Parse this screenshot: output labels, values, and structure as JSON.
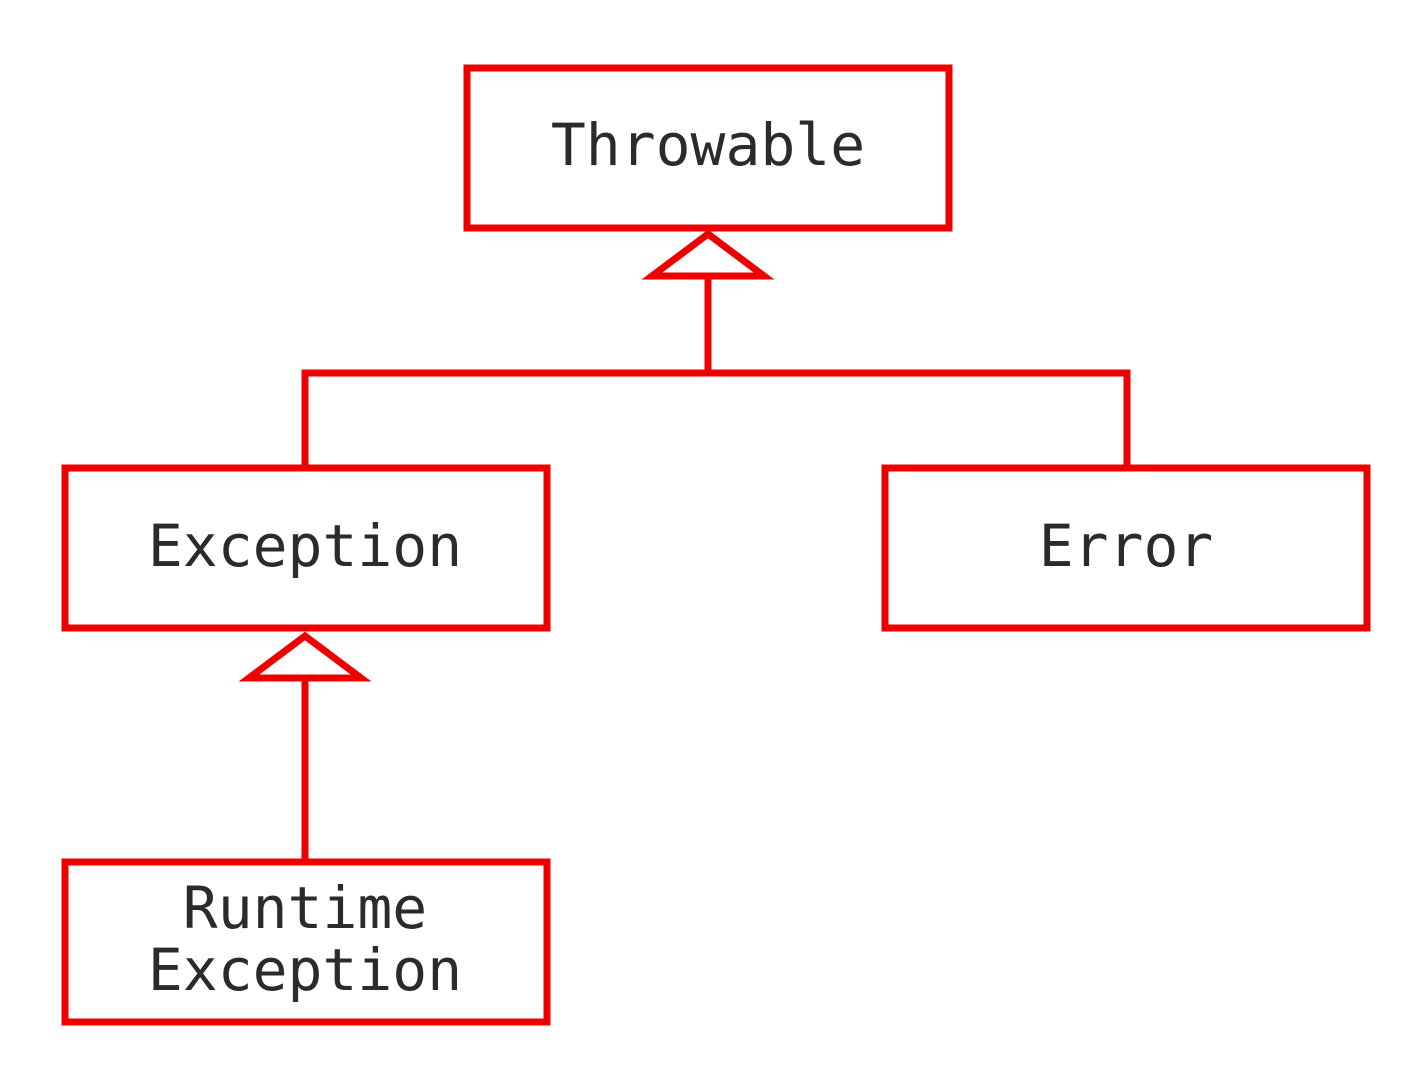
{
  "diagram": {
    "type": "class-hierarchy",
    "stroke_color": "#ee0000",
    "text_color": "#2b2b2b",
    "background_color": "#ffffff",
    "nodes": {
      "throwable": {
        "lines": [
          "Throwable"
        ]
      },
      "exception": {
        "lines": [
          "Exception"
        ]
      },
      "error": {
        "lines": [
          "Error"
        ]
      },
      "runtime_exception": {
        "lines": [
          "Runtime",
          "Exception"
        ]
      }
    },
    "edges": [
      {
        "from": "exception",
        "to": "throwable",
        "kind": "inheritance"
      },
      {
        "from": "error",
        "to": "throwable",
        "kind": "inheritance"
      },
      {
        "from": "runtime_exception",
        "to": "exception",
        "kind": "inheritance"
      }
    ]
  }
}
